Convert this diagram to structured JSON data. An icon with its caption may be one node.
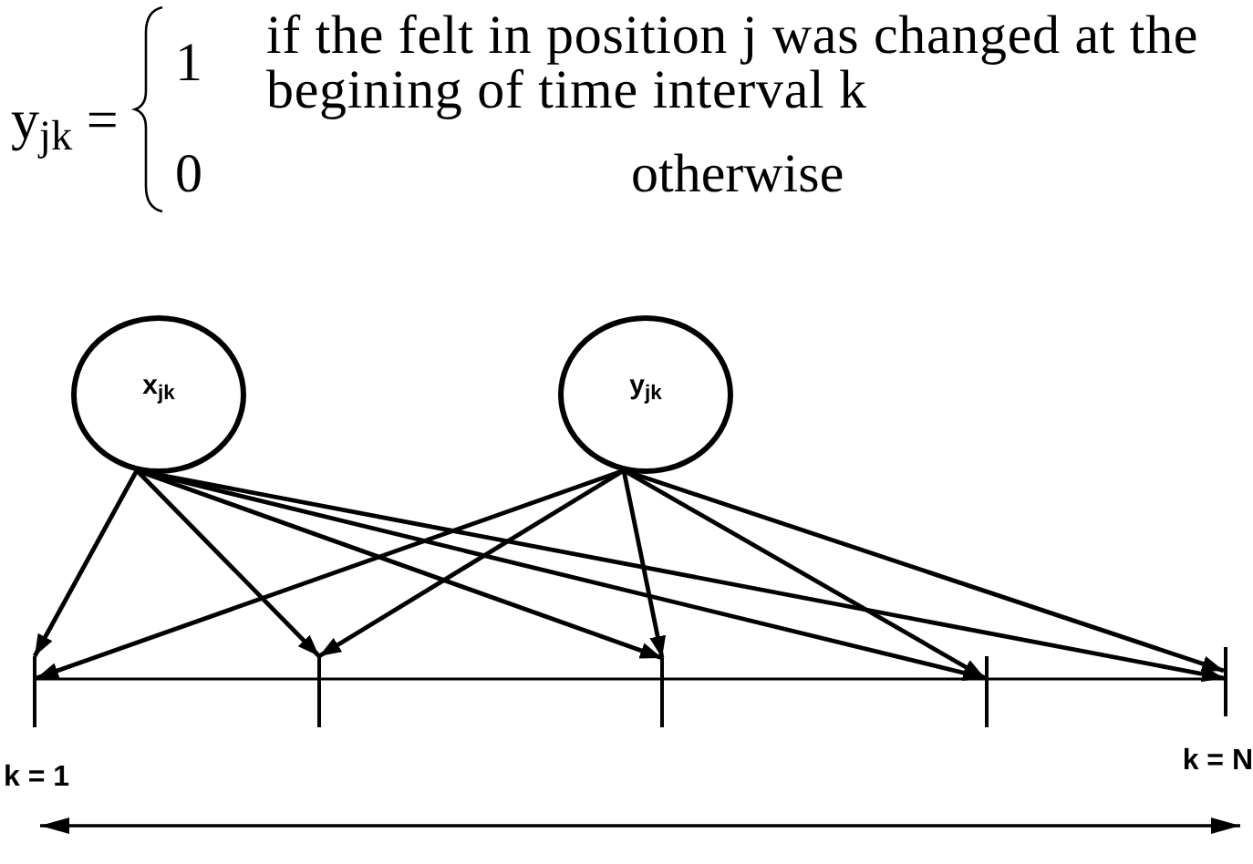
{
  "diagram": {
    "nodes": [
      {
        "text": [
          "x$_{jk}$"
        ]
      },
      {
        "text": [
          "y$_{jk}$"
        ]
      },
      {
        "text": [],
        "shape": "bar",
        "beside": [
          "k = 1"
        ]
      },
      {
        "text": [],
        "shape": "bar"
      },
      {
        "text": [],
        "shape": "bar"
      },
      {
        "text": [],
        "shape": "bar"
      },
      {
        "text": [],
        "shape": "bar",
        "beside": [
          "k = N"
        ]
      }
    ],
    "edges": [
      {
        "from": 0,
        "to": 2,
        "arrow": "to"
      },
      {
        "from": 0,
        "to": 3,
        "arrow": "to"
      },
      {
        "from": 0,
        "to": 4,
        "arrow": "to"
      },
      {
        "from": 0,
        "to": 5,
        "arrow": "to"
      },
      {
        "from": 0,
        "to": 6,
        "arrow": "to"
      },
      {
        "from": 1,
        "to": 2,
        "arrow": "to"
      },
      {
        "from": 1,
        "to": 3,
        "arrow": "to"
      },
      {
        "from": 1,
        "to": 4,
        "arrow": "to"
      },
      {
        "from": 1,
        "to": 5,
        "arrow": "to"
      },
      {
        "from": 1,
        "to": 6,
        "arrow": "to"
      }
    ],
    "labels": [
      "y$_{jk}$ =",
      "1",
      "if the felt in position j was changed at the begining of time interval k",
      "0",
      "otherwise"
    ]
  }
}
